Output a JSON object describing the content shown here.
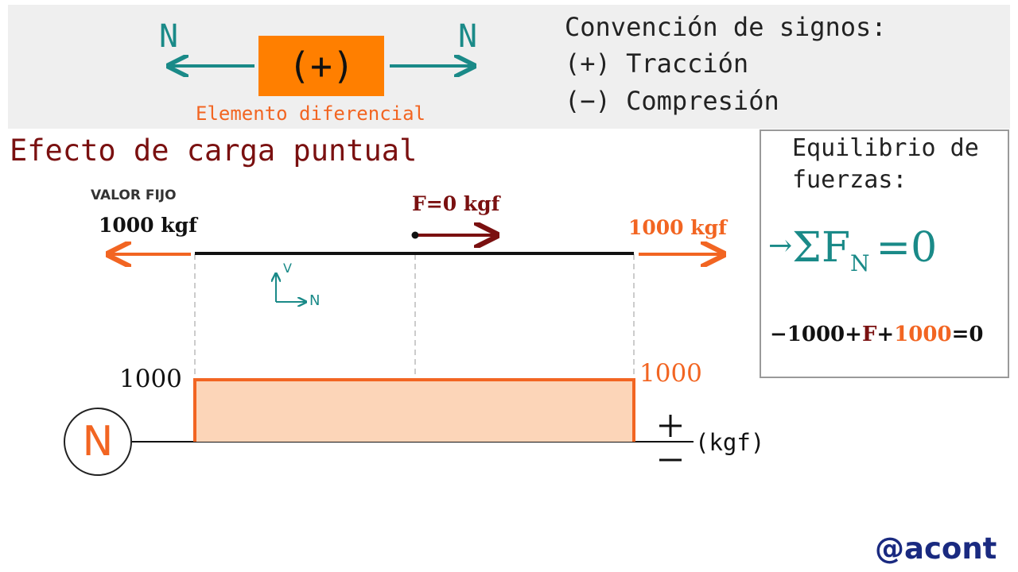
{
  "colors": {
    "orange": "#f26522",
    "teal": "#1a8a88",
    "darkred": "#7a1010",
    "navy": "#1a2a80",
    "fill": "#fcd5b8"
  },
  "sign_convention": {
    "element_sign": "(+)",
    "n_left": "N",
    "n_right": "N",
    "element_caption": "Elemento diferencial",
    "title": "Convención de signos:",
    "tension": "(+) Tracción",
    "compression": "(−) Compresión"
  },
  "heading": "Efecto de carga puntual",
  "beam": {
    "left_tag": "VALOR FIJO",
    "left_load": "1000 kgf",
    "mid_load": "F=0 kgf",
    "right_load": "1000 kgf",
    "axis_v": "V",
    "axis_n": "N"
  },
  "equilibrium": {
    "title_line1": "Equilibrio de",
    "title_line2": "fuerzas:",
    "formula_arrow": "→",
    "formula_sigma": "Σ",
    "formula_f": "F",
    "formula_sub": "N",
    "formula_rest": "=0",
    "eq_a": "−1000+",
    "eq_b": "F",
    "eq_c": "+",
    "eq_d": "1000",
    "eq_e": "=0"
  },
  "normal_diagram": {
    "symbol": "N",
    "left_value": "1000",
    "right_value": "1000",
    "plus": "+",
    "minus": "−",
    "unit": "(kgf)"
  },
  "chart_data": {
    "type": "area",
    "x": [
      0,
      1
    ],
    "values": [
      1000,
      1000
    ],
    "ylabel": "(kgf)",
    "title": ""
  },
  "watermark": "@acont"
}
